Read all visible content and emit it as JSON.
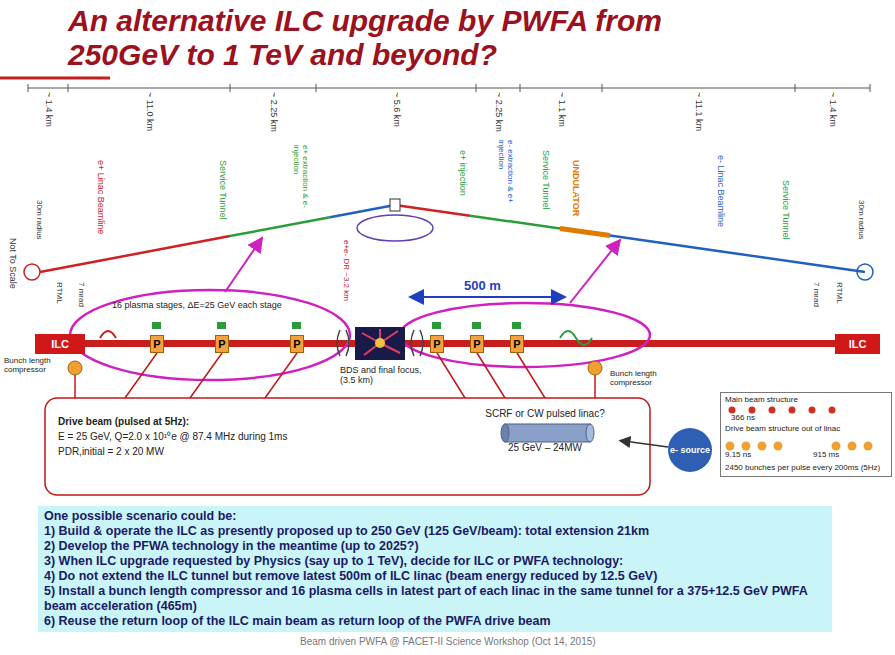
{
  "diagram": {
    "title": "An alternative ILC upgrade by PWFA from 250GeV to 1 TeV and beyond?",
    "nodes": [
      {
        "text": [
          "ILC"
        ]
      },
      {
        "text": [
          "P"
        ]
      },
      {
        "text": [
          "P"
        ]
      },
      {
        "text": [
          "P"
        ]
      },
      {
        "text": [
          "P"
        ]
      },
      {
        "text": [
          "P"
        ]
      },
      {
        "text": [
          "P"
        ]
      },
      {
        "text": [
          "ILC"
        ]
      },
      {
        "text": [
          "SCRF or CW pulsed linac?",
          "25 GeV – 24MW"
        ]
      },
      {
        "text": [
          "e- source"
        ]
      },
      {
        "text": [
          "Main beam structure",
          "366 ns",
          "Drive beam structure out of linac",
          "9.15 ns",
          "915 ms",
          "2450 bunches per pulse every 200ms (5Hz)"
        ]
      },
      {
        "text": [
          "One possible scenario could be:",
          "1) Build & operate the ILC as presently proposed up to 250 GeV (125 GeV/beam): total extension 21km",
          "2) Develop the PFWA technology in the meantime (up to 2025?)",
          "3) When ILC upgrade requested by Physics (say up to 1 TeV), decide for ILC or PWFA technology:",
          "4) Do not extend the ILC tunnel but remove latest 500m of ILC linac (beam energy reduced by 12.5 GeV)",
          "5) Install a bunch length compressor and 16 plasma cells in latest part of each linac in the same tunnel for a 375+12.5 GeV PWFA beam acceleration (465m)",
          "6) Reuse the return loop of the ILC main beam as return loop of the PWFA drive beam"
        ]
      }
    ],
    "edges": [
      {
        "from": 9,
        "to": 8,
        "arrow": "to"
      }
    ],
    "labels": [
      "~ 1.4 km",
      "~ 11.0 km",
      "~ 2.25 km",
      "~ 5.6 km",
      "~ 2.25 km",
      "~ 1.1 km",
      "~ 11.1 km",
      "~ 1.4 km",
      "Not To Scale",
      "30m radius",
      "RTML",
      "7 mrad",
      "e+ Linac Beamline",
      "Service Tunnel",
      "e+ extraction & e- injection",
      "e+e- DR ~3.2 km",
      "e+ injection",
      "e- extraction & e+ injection",
      "Service Tunnel",
      "UNDULATOR",
      "e- Linac Beamline",
      "Service Tunnel",
      "7 mrad",
      "RTML",
      "30m radius",
      "500 m",
      "16 plasma stages, ΔE=25 GeV each stage",
      "Bunch length compressor",
      "BDS and final focus, (3.5 km)",
      "Bunch length compressor",
      "Drive beam (pulsed at 5Hz):",
      "E = 25 GeV, Q=2.0 x 10¹⁰e @ 87.4 MHz during 1ms",
      "PDR,initial = 2 x 20 MW",
      "Beam driven PWFA @ FACET-II Science Workshop (Oct 14, 2015)"
    ]
  }
}
